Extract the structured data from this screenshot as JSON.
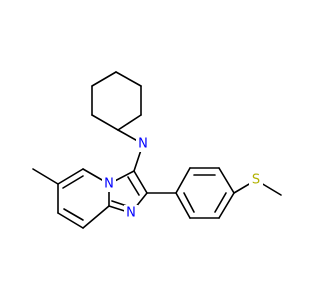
{
  "molecule": {
    "atom_labels": {
      "amine_nitrogen": "N",
      "ring_nitrogen_bridgehead": "N",
      "ring_nitrogen_imine": "N",
      "sulfur": "S"
    },
    "colors": {
      "nitrogen": "#0000ff",
      "sulfur": "#b2b200",
      "bond": "#000000",
      "background": "#ffffff"
    }
  }
}
